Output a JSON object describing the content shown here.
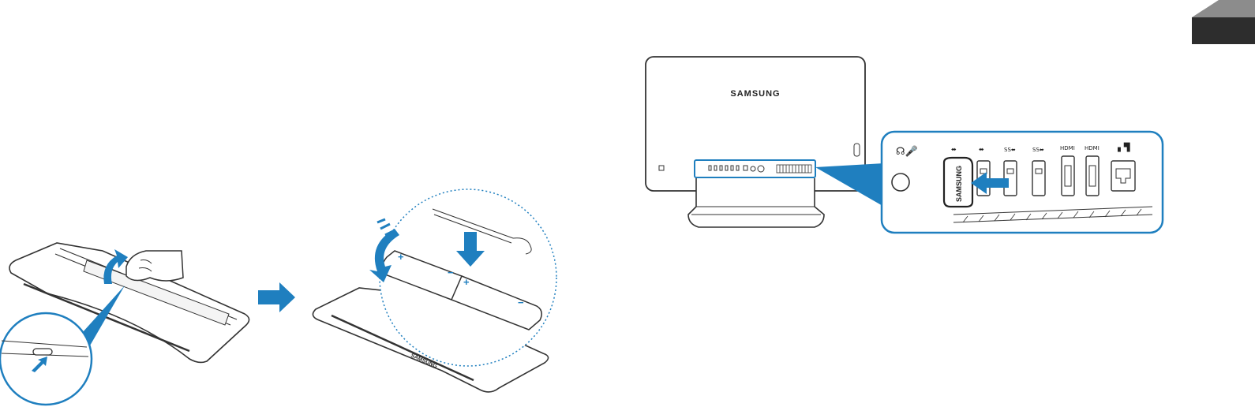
{
  "brand": {
    "monitor_logo": "SAMSUNG",
    "dongle_logo": "SAMSUNG",
    "keyboard_logo": "SAMSUNG"
  },
  "battery": {
    "plus_symbol": "+",
    "minus_symbol": "−"
  },
  "ports": {
    "labels": [
      "⬌",
      "⬌",
      "SS⬌",
      "SS⬌",
      "HDMI",
      "HDMI",
      "▖▜"
    ]
  },
  "colors": {
    "accent": "#1f7fbf",
    "line": "#333333",
    "panel": "#e9e9e9",
    "tab": "#2d2d2d"
  },
  "icons": {
    "step_arrow": "right-arrow-icon",
    "headphone": "headphone-mic-icon",
    "lan": "lan-icon"
  }
}
